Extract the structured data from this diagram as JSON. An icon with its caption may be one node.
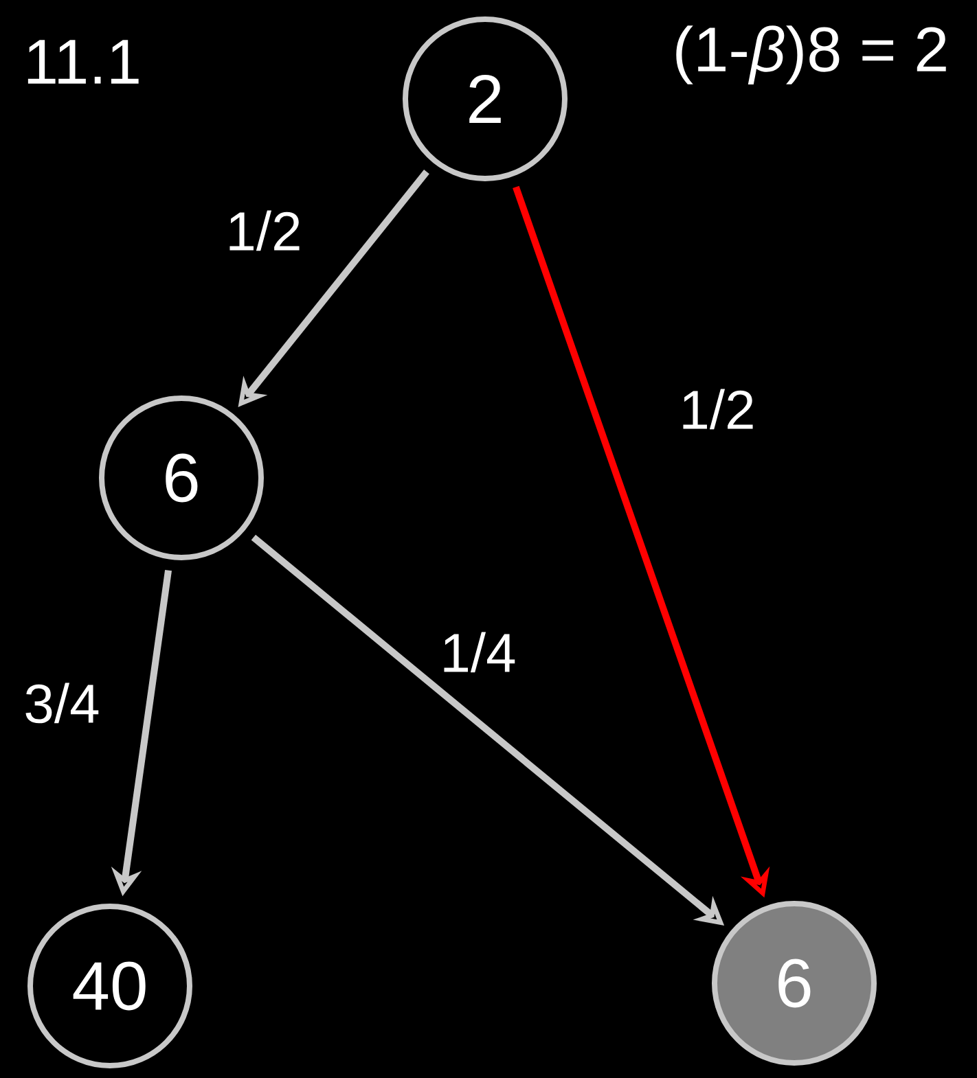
{
  "diagram": {
    "nodes": [
      {
        "text": [
          "2"
        ]
      },
      {
        "text": [
          "6"
        ]
      },
      {
        "text": [
          "40"
        ]
      },
      {
        "text": [
          "6"
        ]
      }
    ],
    "edges": [
      {
        "from": 0,
        "to": 1,
        "arrow": "to",
        "label": "1/2"
      },
      {
        "from": 0,
        "to": 3,
        "arrow": "to",
        "label": "1/2",
        "color": "#ff0000"
      },
      {
        "from": 1,
        "to": 2,
        "arrow": "to",
        "label": "3/4"
      },
      {
        "from": 1,
        "to": 3,
        "arrow": "to",
        "label": "1/4"
      }
    ],
    "labels": [
      "11.1",
      "(1-*β*)8 = 2"
    ]
  }
}
